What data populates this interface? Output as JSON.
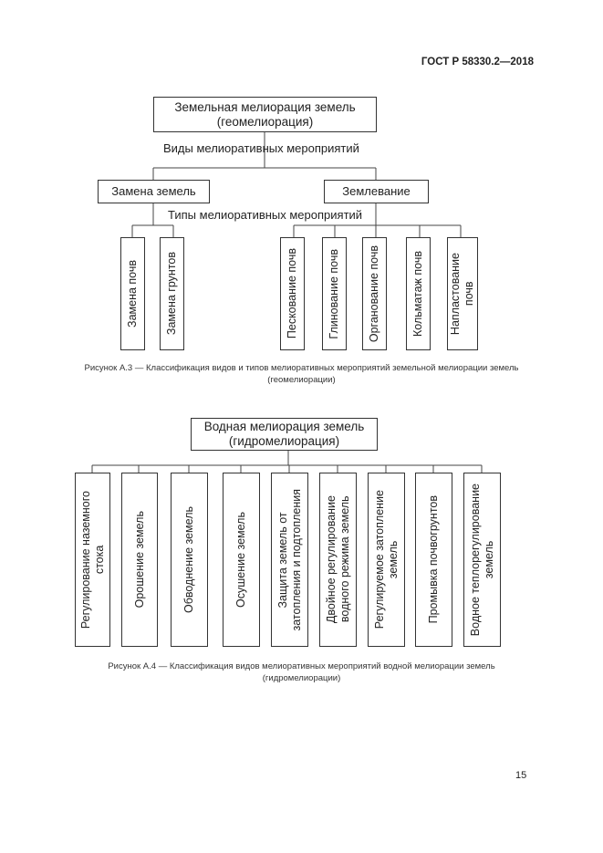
{
  "header": {
    "standard": "ГОСТ Р 58330.2—2018"
  },
  "figure_a3": {
    "root": "Земельная мелиорация земель\n(геомелиорация)",
    "kinds_label": "Виды мелиоративных мероприятий",
    "kinds": [
      "Замена земель",
      "Землевание"
    ],
    "types_label": "Типы мелиоративных мероприятий",
    "types_left": [
      "Замена почв",
      "Замена грунтов"
    ],
    "types_right": [
      "Пескование почв",
      "Глинование почв",
      "Органование почв",
      "Кольматаж почв",
      "Напластование\nпочв"
    ],
    "caption_line1": "Рисунок А.3 — Классификация видов и типов мелиоративных мероприятий земельной мелиорации земель",
    "caption_line2": "(геомелиорации)"
  },
  "figure_a4": {
    "root": "Водная мелиорация земель\n(гидромелиорация)",
    "kinds": [
      "Регулирование наземного\nстока",
      "Орошение земель",
      "Обводнение земель",
      "Осушение земель",
      "Защита земель от\nзатопления и подтопления",
      "Двойное регулирование\nводного режима земель",
      "Регулируемое затопление\nземель",
      "Промывка почвогрунтов",
      "Водное теплорегулирование\nземель"
    ],
    "caption_line1": "Рисунок А.4 — Классификация видов мелиоративных мероприятий водной мелиорации земель",
    "caption_line2": "(гидромелиорации)"
  },
  "footer": {
    "page_number": "15"
  }
}
